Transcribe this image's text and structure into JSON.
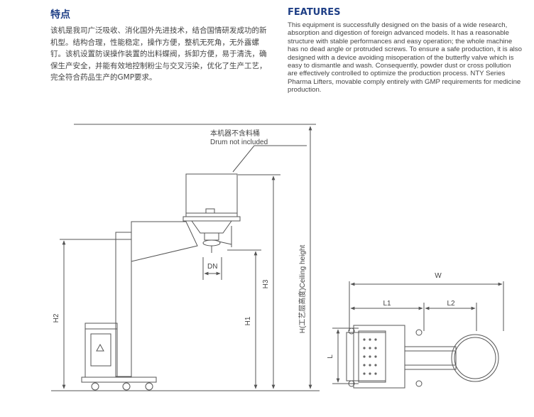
{
  "features_zh": {
    "heading": "特点",
    "body": "该机是我司广泛吸收、消化国外先进技术，结合国情研发成功的新机型。结构合理，性能稳定，操作方便，整机无死角，无外露螺钉。该机设置防误操作装置的出料蝶阀，拆卸方便，易于清洗，确保生产安全，并能有效地控制粉尘与交叉污染，优化了生产工艺，完全符合药品生产的GMP要求。"
  },
  "features_en": {
    "heading": "FEATURES",
    "body": "This equipment is successfully designed on the basis of a wide research, absorption and digestion of foreign advanced models. It has a reasonable structure with stable performances and easy operation; the whole machine has no dead angle or protruded screws. To ensure a safe production, it is also designed with a device avoiding misoperation of the butterfly valve which is easy to dismantle and wash. Consequently, powder dust or cross pollution are effectively controlled to optimize the production process. NTY Series Pharma Lifters, movable comply entirely with GMP requirements for medicine production."
  },
  "drawing": {
    "drum_note_zh": "本机器不含料桶",
    "drum_note_en": "Drum not included",
    "dim_dn": "DN",
    "dim_h1": "H1",
    "dim_h2": "H2",
    "dim_h3": "H3",
    "dim_ceiling": "H(工艺层高度)Ceiling height",
    "dim_w": "W",
    "dim_l1": "L1",
    "dim_l2": "L2",
    "dim_l": "L"
  }
}
